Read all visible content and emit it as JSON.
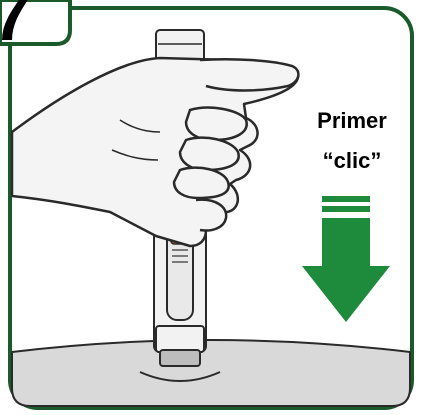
{
  "step": {
    "number": "7"
  },
  "instruction": {
    "line1": "Primer",
    "line2": "“clic”"
  },
  "colors": {
    "frame": "#1b5a2a",
    "arrow": "#1e8a3c",
    "skin": "#f4f4f4",
    "outline": "#2a2a2a",
    "pen_body": "#f2f2f2",
    "pen_window": "#e9e9e9",
    "plunger": "#e8733a",
    "ground": "#d9d9d9"
  },
  "icons": {
    "arrow": "arrow-down-icon",
    "hand": "hand-icon",
    "pen": "injector-pen-icon"
  }
}
